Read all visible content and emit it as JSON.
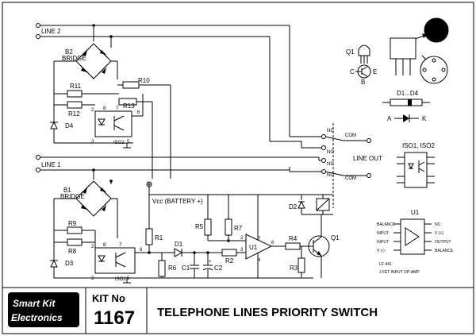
{
  "lines": {
    "line2": "LINE 2",
    "line1": "LINE 1",
    "line_out": "LINE OUT"
  },
  "relay": {
    "nc": "NC",
    "no": "NO",
    "com": "COM"
  },
  "bridges": {
    "b2": "B2",
    "b1": "B1",
    "bridge": "BRIDGE"
  },
  "parts": {
    "r11": "R11",
    "r12": "R12",
    "r10": "R10",
    "r13": "R13",
    "d4": "D4",
    "iso2_top": "ISO2",
    "r9": "R9",
    "r8": "R8",
    "d3": "D3",
    "iso2_bottom": "ISO2",
    "r1": "R1",
    "r6": "R6",
    "d1": "D1",
    "c1": "C1",
    "c2": "C2",
    "r5": "R5",
    "r7": "R7",
    "r2": "R2",
    "u1": "U1",
    "r4": "R4",
    "r3": "R3",
    "q1": "Q1",
    "d2": "D2",
    "vcc": "Vcc (BATTERY +)",
    "plus": "+"
  },
  "pins": {
    "p2": "2",
    "p3": "3",
    "p5": "5",
    "p6": "6",
    "p7": "7",
    "p8": "8",
    "p4": "4"
  },
  "legend": {
    "q1": "Q1",
    "c": "C",
    "b": "B",
    "e": "E",
    "d1_d4": "D1...D4",
    "a": "A",
    "k": "K",
    "iso": "ISO1, ISO2",
    "u1": "U1",
    "balance": "BALANCE",
    "input_minus": "INPUT",
    "input_plus": "INPUT",
    "v_minus": "V (-)",
    "nc": "NC",
    "v_plus": "V (+)",
    "output": "OUTPUT",
    "balance2": "BALANCE",
    "lf441": "LF 441",
    "jfet": "J FET INPUT OP-AMP"
  },
  "footer": {
    "logo_line1": "Smart Kit",
    "logo_line2": "Electronics",
    "kit_label": "KIT No",
    "kit_number": "1167",
    "title": "TELEPHONE LINES PRIORITY SWITCH"
  }
}
